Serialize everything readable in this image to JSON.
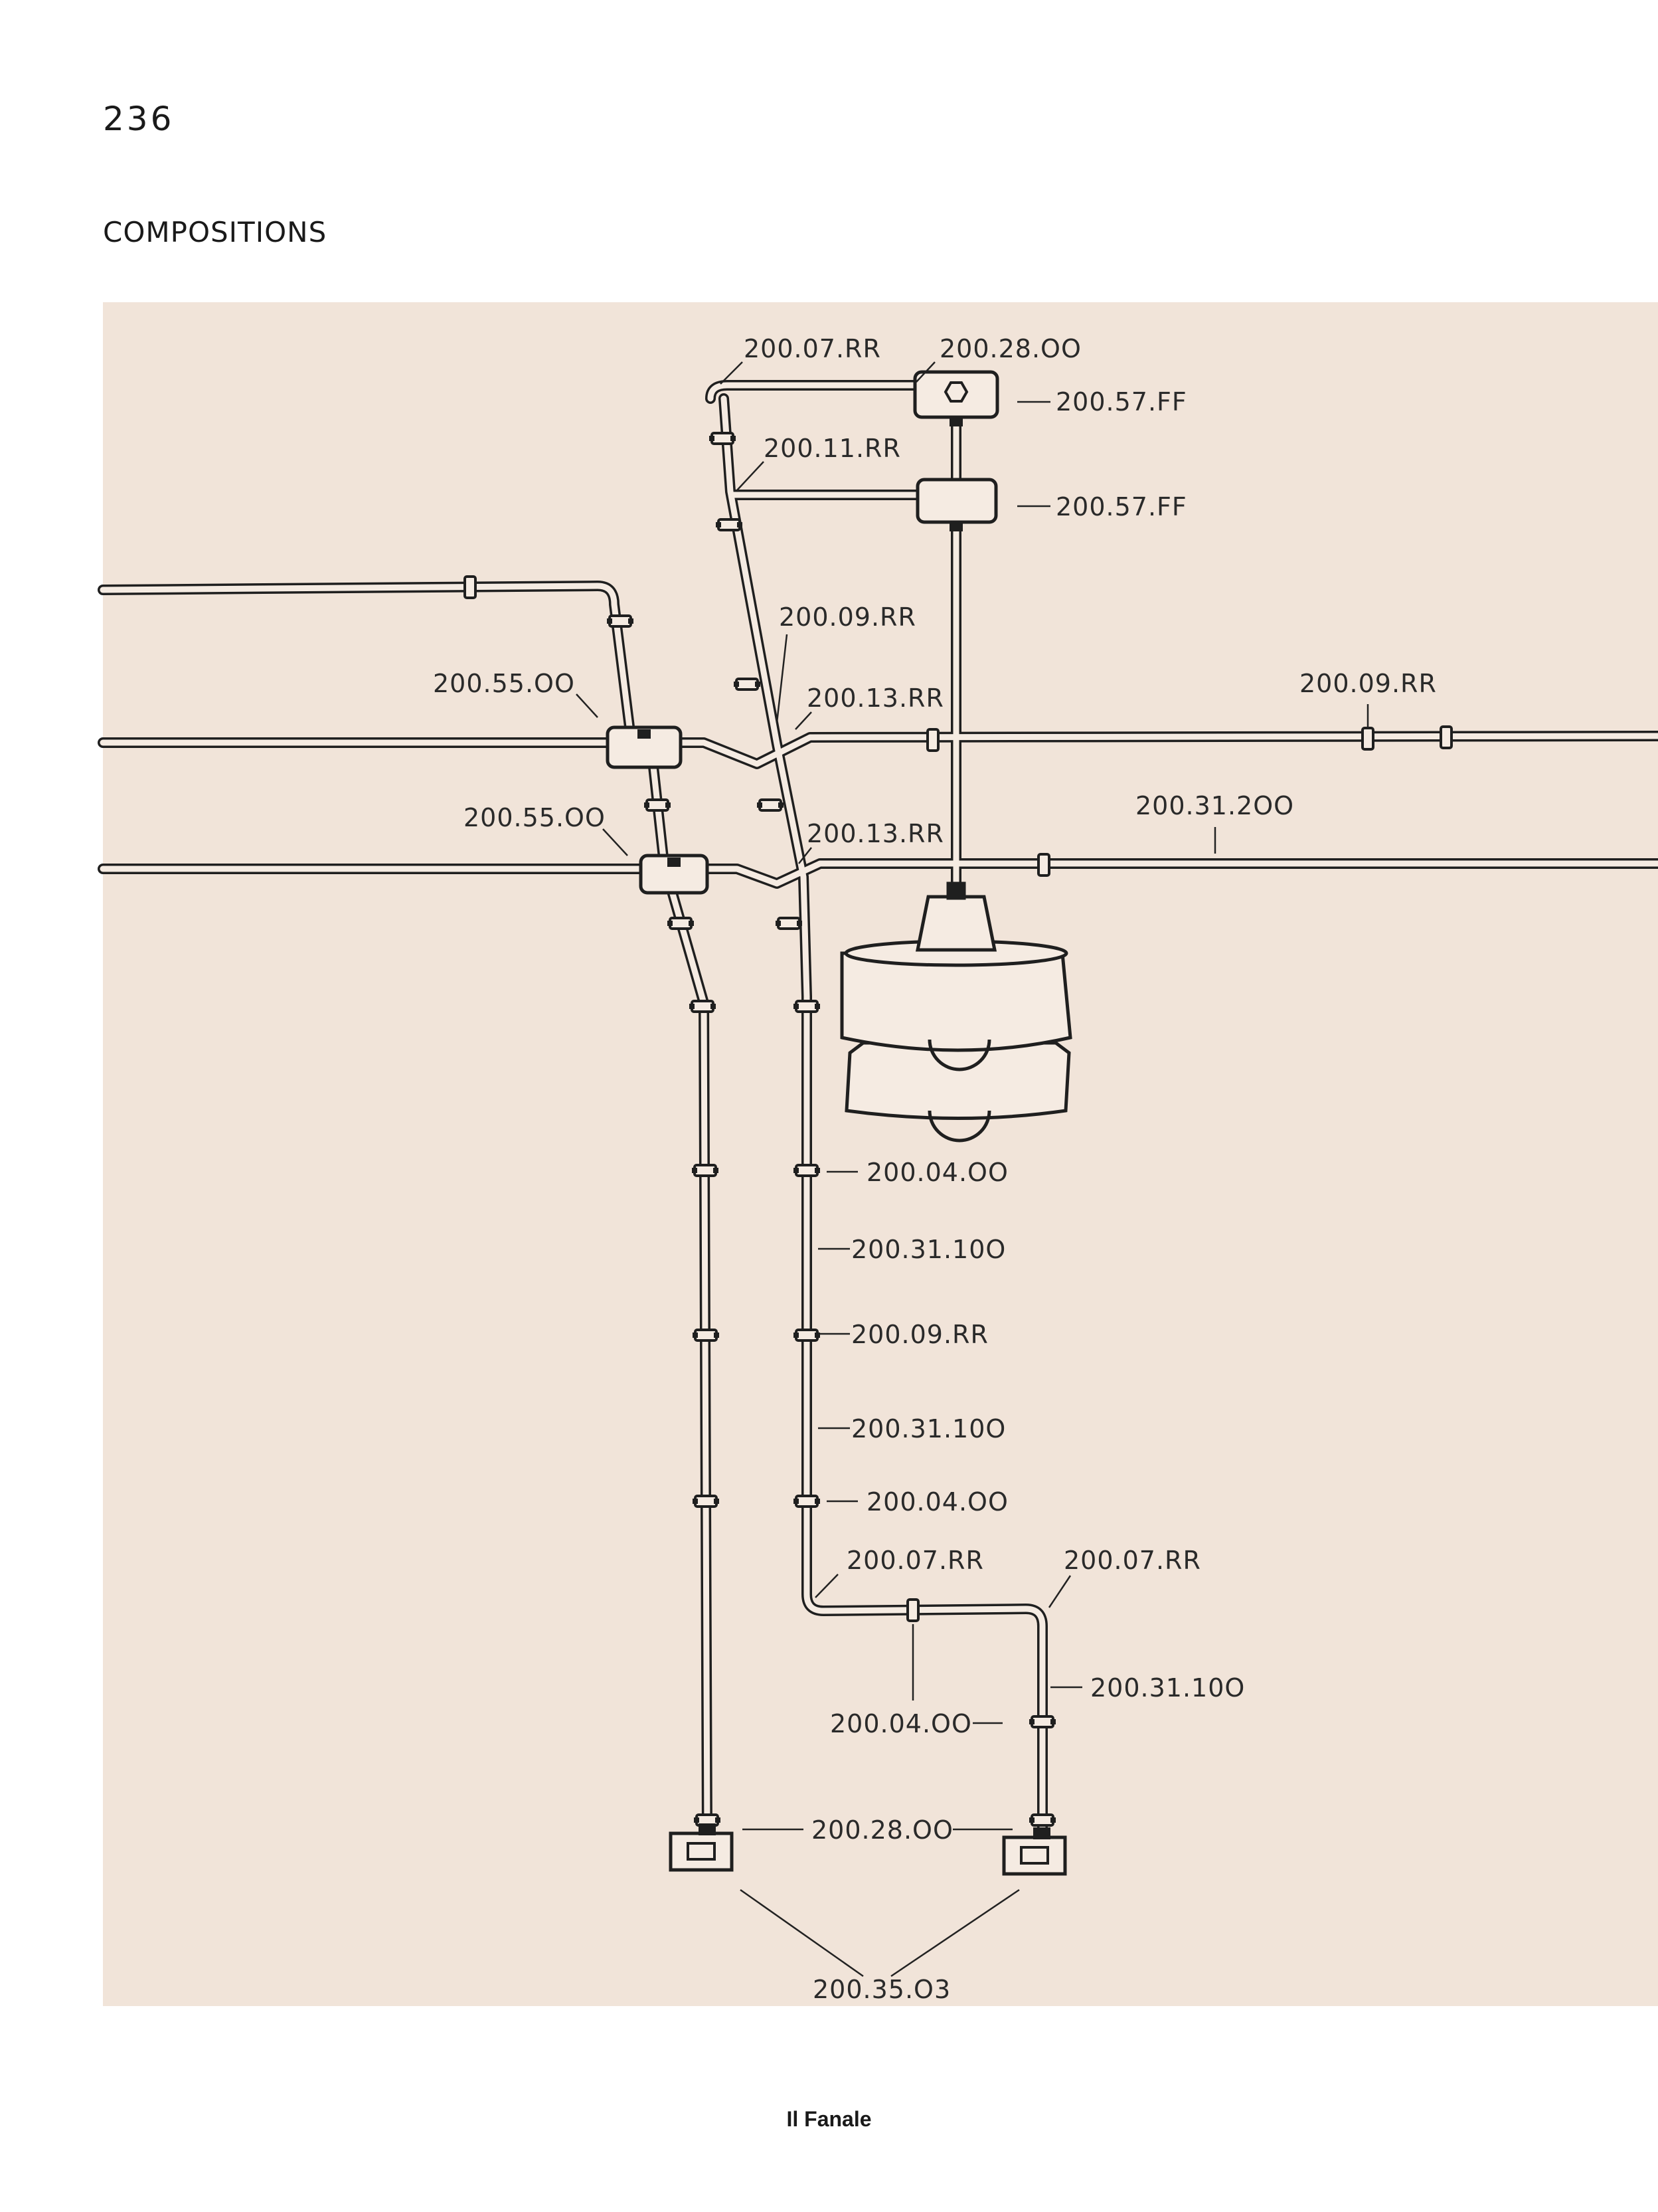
{
  "page": {
    "number": "236",
    "section_title": "COMPOSITIONS",
    "footer": "Il Fanale"
  },
  "colors": {
    "panel": "#f1e4d9",
    "line": "#1f1f1f",
    "pipe_fill": "#f5ebe2"
  },
  "parts": {
    "p1": "200.07.RR",
    "p2": "200.28.OO",
    "p3": "200.57.FF",
    "p4": "200.11.RR",
    "p5": "200.57.FF",
    "p6": "200.09.RR",
    "p7": "200.55.OO",
    "p8": "200.13.RR",
    "p9": "200.09.RR",
    "p10": "200.55.OO",
    "p11": "200.13.RR",
    "p12": "200.31.2OO",
    "p13": "200.04.OO",
    "p14": "200.31.10O",
    "p15": "200.09.RR",
    "p16": "200.31.10O",
    "p17": "200.04.OO",
    "p18": "200.07.RR",
    "p19": "200.07.RR",
    "p20": "200.31.10O",
    "p21": "200.04.OO",
    "p22": "200.28.OO",
    "p23": "200.35.O3"
  }
}
